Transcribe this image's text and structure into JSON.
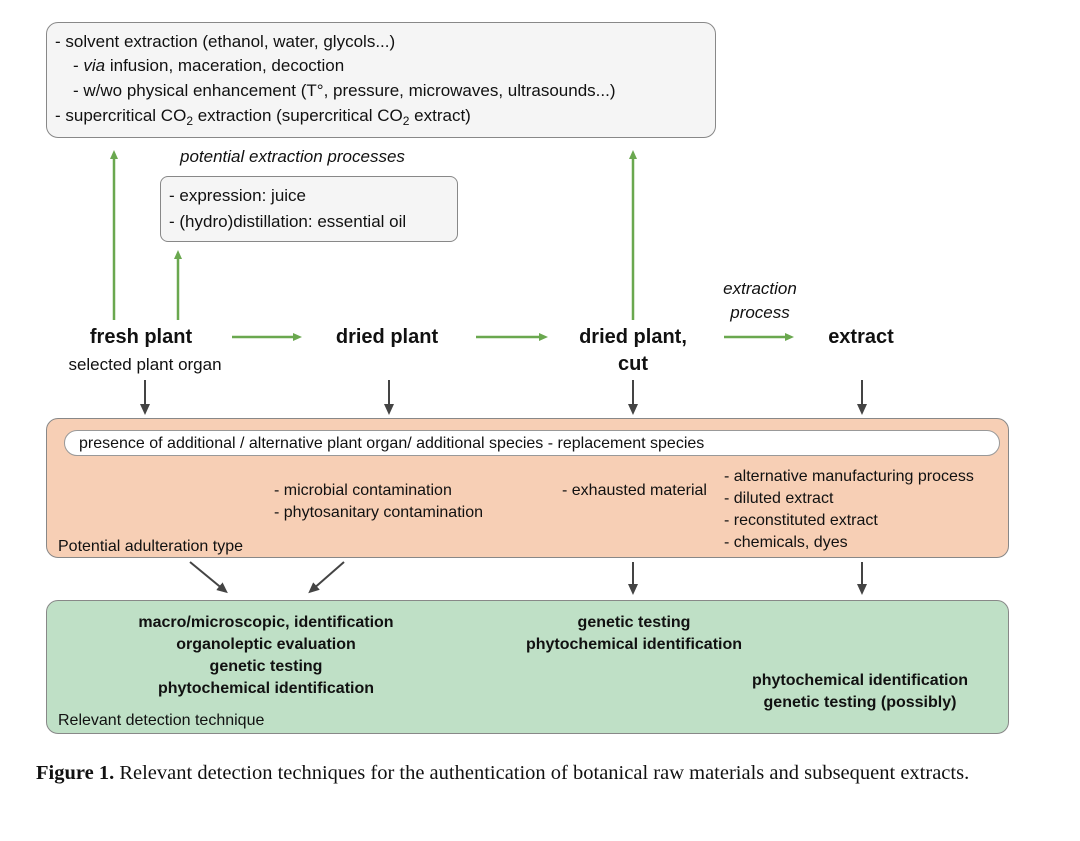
{
  "top_box": {
    "line1": "- solvent extraction (ethanol, water, glycols...)",
    "line2_italic": "via",
    "line2_rest": " infusion, maceration, decoction",
    "line2_dash": "- ",
    "line3": "- w/wo physical enhancement (T°, pressure, microwaves, ultrasounds...)",
    "line4_a": "- supercritical CO",
    "line4_sub1": "2",
    "line4_b": " extraction (supercritical CO",
    "line4_sub2": "2",
    "line4_c": " extract)"
  },
  "potential_label": "potential extraction processes",
  "mid_box": {
    "line1": "- expression: juice",
    "line2": "- (hydro)distillation: essential oil"
  },
  "stages": {
    "fresh": "fresh plant",
    "fresh_sub": "selected plant organ",
    "dried": "dried plant",
    "cut_line1": "dried plant,",
    "cut_line2": "cut",
    "extract": "extract",
    "extraction_label_line1": "extraction",
    "extraction_label_line2": "process"
  },
  "adulteration": {
    "presence": "presence of additional / alternative plant organ/ additional species - replacement species",
    "col2": [
      "- microbial contamination",
      "- phytosanitary contamination"
    ],
    "col3": "- exhausted material",
    "col4": [
      "- alternative manufacturing process",
      "- diluted extract",
      "- reconstituted extract",
      "- chemicals, dyes"
    ],
    "label": "Potential adulteration type"
  },
  "detection": {
    "col1": [
      "macro/microscopic, identification",
      "organoleptic evaluation",
      "genetic testing",
      "phytochemical identification"
    ],
    "col2": [
      "genetic testing",
      "phytochemical identification"
    ],
    "col3": [
      "phytochemical identification",
      "genetic testing (possibly)"
    ],
    "label": "Relevant detection technique"
  },
  "caption": {
    "label": "Figure 1.",
    "text": " Relevant detection techniques for the authentication of botanical raw materials and subsequent extracts."
  },
  "colors": {
    "green_arrow": "#6aa84f",
    "dark_arrow": "#444444",
    "adulteration_bg": "#f7cfb5",
    "detection_bg": "#bfe0c6"
  }
}
